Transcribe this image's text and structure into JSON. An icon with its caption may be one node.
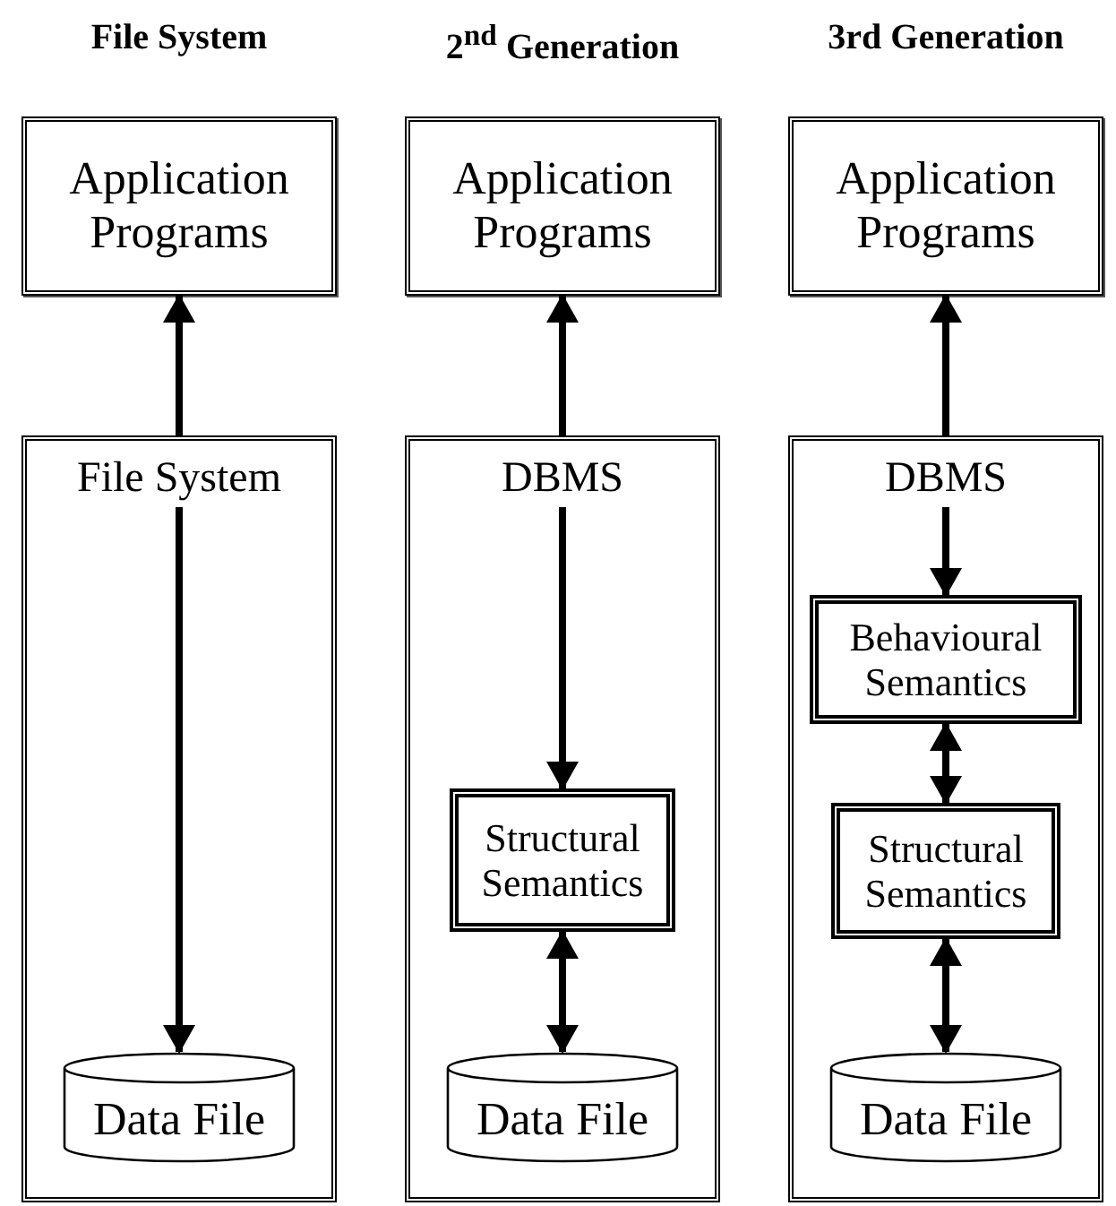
{
  "diagram": {
    "nodes": [
      {
        "text": [
          "Application Programs"
        ]
      },
      {
        "text": [
          "File System"
        ]
      },
      {
        "text": [
          "Data File"
        ],
        "in": 1
      },
      {
        "text": [
          "Application Programs"
        ]
      },
      {
        "text": [
          "DBMS"
        ]
      },
      {
        "text": [
          "Structural Semantics"
        ],
        "in": 4
      },
      {
        "text": [
          "Data File"
        ],
        "in": 4
      },
      {
        "text": [
          "Application Programs"
        ]
      },
      {
        "text": [
          "DBMS"
        ]
      },
      {
        "text": [
          "Behavioural Semantics"
        ],
        "in": 8
      },
      {
        "text": [
          "Structural Semantics"
        ],
        "in": 8
      },
      {
        "text": [
          "Data File"
        ],
        "in": 8
      }
    ],
    "edges": [
      {
        "from": 1,
        "to": 0,
        "arrow": "to"
      },
      {
        "from": 1,
        "to": 2,
        "arrow": "to"
      },
      {
        "from": 4,
        "to": 3,
        "arrow": "to"
      },
      {
        "from": 4,
        "to": 5,
        "arrow": "to"
      },
      {
        "from": 5,
        "to": 6,
        "arrow": "both"
      },
      {
        "from": 8,
        "to": 7,
        "arrow": "to"
      },
      {
        "from": 8,
        "to": 9,
        "arrow": "to"
      },
      {
        "from": 9,
        "to": 10,
        "arrow": "both"
      },
      {
        "from": 10,
        "to": 11,
        "arrow": "both"
      }
    ],
    "labels": [
      "File System",
      "2$^{nd}$ Generation",
      "3rd Generation"
    ]
  }
}
